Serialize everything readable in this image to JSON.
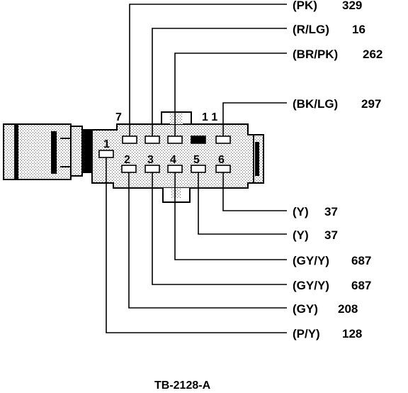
{
  "connector": {
    "pin_label_7": "7",
    "pin_label_11": "1 1",
    "pin_label_1": "1",
    "pin_label_2": "2",
    "pin_label_3": "3",
    "pin_label_4": "4",
    "pin_label_5": "5",
    "pin_label_6": "6"
  },
  "wires": {
    "top": [
      {
        "color": "(PK)",
        "circuit": "329"
      },
      {
        "color": "(R/LG)",
        "circuit": "16"
      },
      {
        "color": "(BR/PK)",
        "circuit": "262"
      },
      {
        "color": "(BK/LG)",
        "circuit": "297"
      }
    ],
    "bottom": [
      {
        "color": "(Y)",
        "circuit": "37"
      },
      {
        "color": "(Y)",
        "circuit": "37"
      },
      {
        "color": "(GY/Y)",
        "circuit": "687"
      },
      {
        "color": "(GY/Y)",
        "circuit": "687"
      },
      {
        "color": "(GY)",
        "circuit": "208"
      },
      {
        "color": "(P/Y)",
        "circuit": "128"
      }
    ]
  },
  "figure_id": "TB-2128-A"
}
